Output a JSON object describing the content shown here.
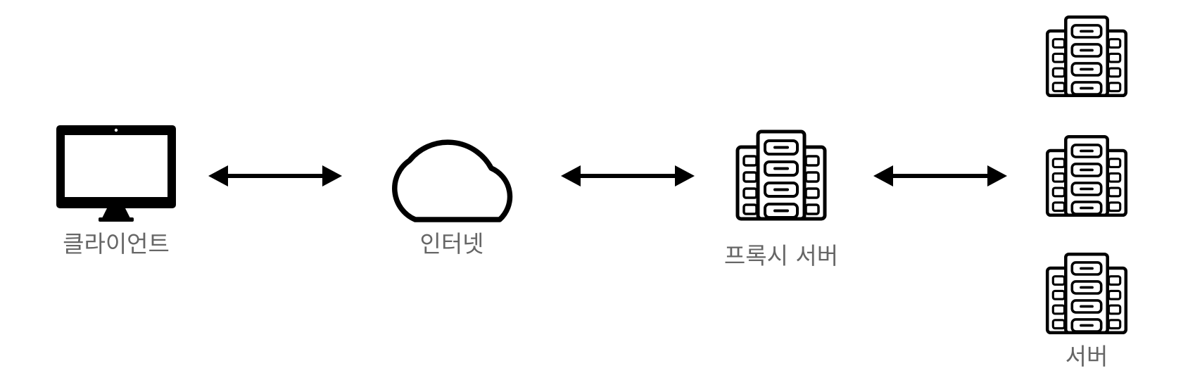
{
  "nodes": {
    "client": {
      "label": "클라이언트",
      "icon": "monitor-icon"
    },
    "internet": {
      "label": "인터넷",
      "icon": "cloud-icon"
    },
    "proxy": {
      "label": "프록시 서버",
      "icon": "server-rack-icon"
    },
    "servers": {
      "label": "서버",
      "icon": "server-rack-icon",
      "count": 3
    }
  },
  "edges": [
    {
      "from": "client",
      "to": "internet",
      "direction": "bidirectional"
    },
    {
      "from": "internet",
      "to": "proxy",
      "direction": "bidirectional"
    },
    {
      "from": "proxy",
      "to": "servers",
      "direction": "bidirectional"
    }
  ],
  "colors": {
    "stroke": "#000000",
    "label": "#666666",
    "background": "#ffffff"
  }
}
